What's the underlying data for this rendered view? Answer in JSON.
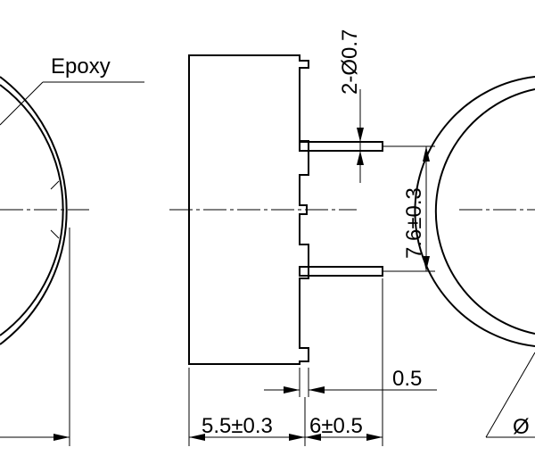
{
  "labels": {
    "epoxy": "Epoxy",
    "pin_diameter": "2-Ø0.7",
    "pin_spacing": "7.6±0.3",
    "pin_offset": "0.5",
    "body_length": "5.5±0.3",
    "pin_length": "6±0.5",
    "diameter_partial": "Ø"
  }
}
